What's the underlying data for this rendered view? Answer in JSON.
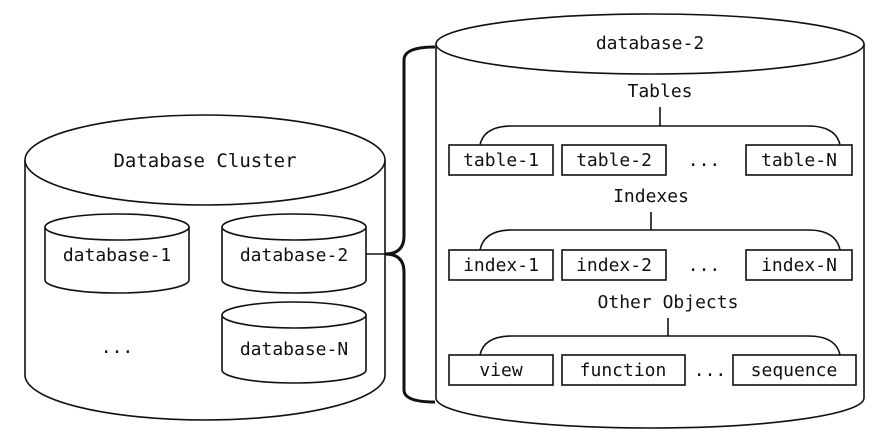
{
  "cluster": {
    "title": "Database Cluster",
    "databases": [
      "database-1",
      "database-2",
      "...",
      "database-N"
    ]
  },
  "detail": {
    "title": "database-2",
    "groups": [
      {
        "label": "Tables",
        "items": [
          "table-1",
          "table-2",
          "...",
          "table-N"
        ]
      },
      {
        "label": "Indexes",
        "items": [
          "index-1",
          "index-2",
          "...",
          "index-N"
        ]
      },
      {
        "label": "Other Objects",
        "items": [
          "view",
          "function",
          "...",
          "sequence"
        ]
      }
    ]
  }
}
